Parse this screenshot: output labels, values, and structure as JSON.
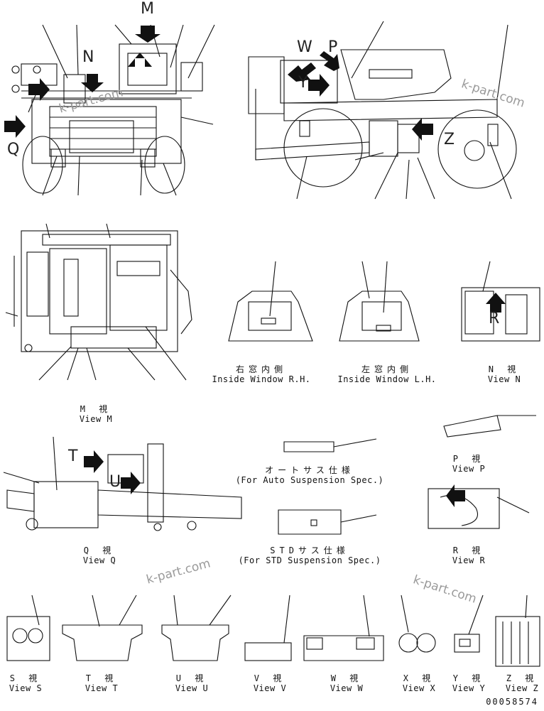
{
  "letters": [
    "M",
    "N",
    "Q",
    "W",
    "P",
    "Y",
    "Z",
    "R",
    "T",
    "U"
  ],
  "watermark": "k-part.com",
  "labels": {
    "inside_rh_jp": "右窓内側",
    "inside_rh_en": "Inside Window R.H.",
    "inside_lh_jp": "左窓内側",
    "inside_lh_en": "Inside Window L.H.",
    "view_n_jp": "N 視",
    "view_n_en": "View N",
    "view_m_jp": "M 視",
    "view_m_en": "View M",
    "auto_spec_jp": "オートサス仕様",
    "auto_spec_en": "(For Auto Suspension Spec.)",
    "view_p_jp": "P 視",
    "view_p_en": "View P",
    "std_spec_jp": "STDサス仕様",
    "std_spec_en": "(For STD Suspension Spec.)",
    "view_q_jp": "Q 視",
    "view_q_en": "View Q",
    "view_r_jp": "R 視",
    "view_r_en": "View R",
    "view_s_jp": "S 視",
    "view_s_en": "View S",
    "view_t_jp": "T 視",
    "view_t_en": "View T",
    "view_u_jp": "U 視",
    "view_u_en": "View U",
    "view_v_jp": "V 視",
    "view_v_en": "View V",
    "view_w_jp": "W 視",
    "view_w_en": "View W",
    "view_x_jp": "X 視",
    "view_x_en": "View X",
    "view_y_jp": "Y 視",
    "view_y_en": "View Y",
    "view_z_jp": "Z 視",
    "view_z_en": "View Z"
  },
  "drawing_number": "00058574"
}
